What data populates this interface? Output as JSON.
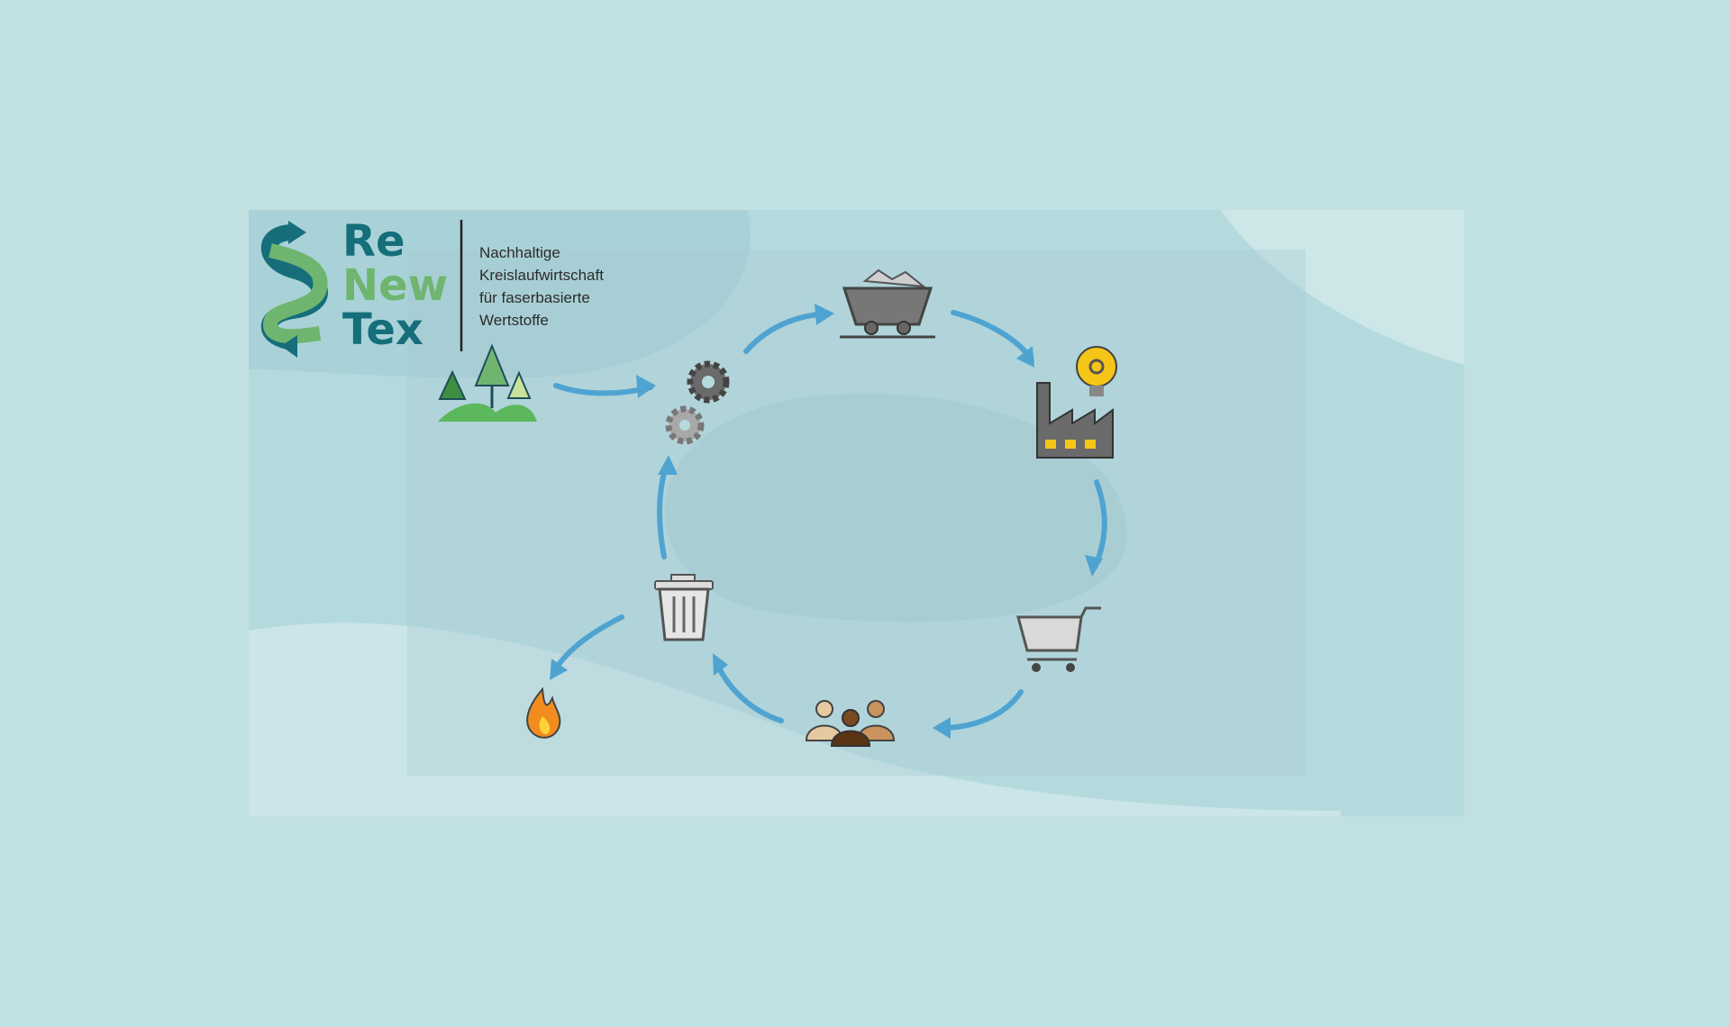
{
  "logo": {
    "line1": "Re",
    "line2": "New",
    "line3": "Tex"
  },
  "tagline": [
    "Nachhaltige",
    "Kreislaufwirtschaft",
    "für faserbasierte",
    "Wertstoffe"
  ],
  "cycle": {
    "stages": [
      "forest-icon",
      "gears-icon",
      "mine-cart-icon",
      "factory-idea-icon",
      "shopping-cart-icon",
      "people-icon",
      "trash-can-icon",
      "fire-icon"
    ]
  },
  "colors": {
    "background": "#c1e0e2",
    "teal": "#156e7a",
    "green": "#6fb56f",
    "arrow": "#4fa3d1"
  }
}
